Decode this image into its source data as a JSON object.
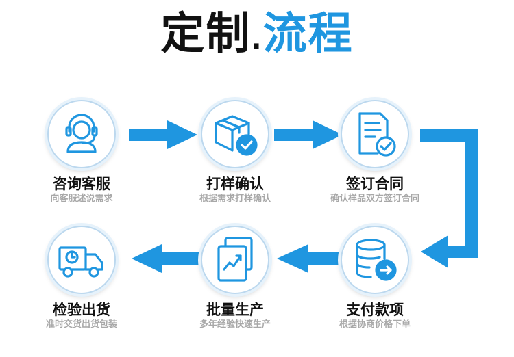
{
  "title": {
    "part1": "定制",
    "dot": ".",
    "part2": "流程"
  },
  "steps": [
    {
      "label": "咨询客服",
      "sub": "向客服述说需求",
      "icon": "headset-agent-icon"
    },
    {
      "label": "打样确认",
      "sub": "根据需求打样确认",
      "icon": "box-check-icon"
    },
    {
      "label": "签订合同",
      "sub": "确认样品双方签订合同",
      "icon": "document-check-icon"
    },
    {
      "label": "支付款项",
      "sub": "根据协商价格下单",
      "icon": "coin-payment-icon"
    },
    {
      "label": "批量生产",
      "sub": "多年经验快速生产",
      "icon": "chart-documents-icon"
    },
    {
      "label": "检验出货",
      "sub": "准时交货出货包装",
      "icon": "delivery-truck-icon"
    }
  ],
  "colors": {
    "accent": "#1f96e0",
    "text": "#111111",
    "subtext": "#a8a8a8"
  }
}
